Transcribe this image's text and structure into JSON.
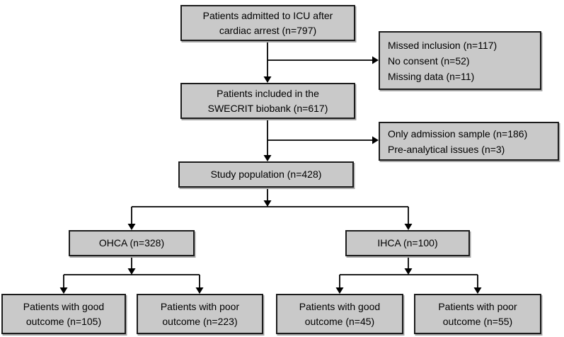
{
  "colors": {
    "box_fill": "#c9c9c9",
    "box_border": "#1c1c1c",
    "connector": "#000000",
    "background": "#ffffff",
    "text": "#000000"
  },
  "flowchart": {
    "boxes": {
      "icu_admitted": {
        "lines": [
          "Patients admitted to ICU after",
          "cardiac arrest (n=797)"
        ]
      },
      "excluded_biobank": {
        "lines": [
          "Missed inclusion (n=117)",
          "No consent (n=52)",
          "Missing data (n=11)"
        ]
      },
      "swecrit_biobank": {
        "lines": [
          "Patients included in the",
          "SWECRIT biobank (n=617)"
        ]
      },
      "excluded_sample": {
        "lines": [
          "Only admission sample (n=186)",
          "Pre-analytical issues (n=3)"
        ]
      },
      "study_population": {
        "lines": [
          "Study population (n=428)"
        ]
      },
      "ohca": {
        "lines": [
          "OHCA (n=328)"
        ]
      },
      "ihca": {
        "lines": [
          "IHCA (n=100)"
        ]
      },
      "ohca_good": {
        "lines": [
          "Patients with good",
          "outcome (n=105)"
        ]
      },
      "ohca_poor": {
        "lines": [
          "Patients with poor",
          "outcome (n=223)"
        ]
      },
      "ihca_good": {
        "lines": [
          "Patients with good",
          "outcome (n=45)"
        ]
      },
      "ihca_poor": {
        "lines": [
          "Patients with poor",
          "outcome (n=55)"
        ]
      }
    }
  }
}
